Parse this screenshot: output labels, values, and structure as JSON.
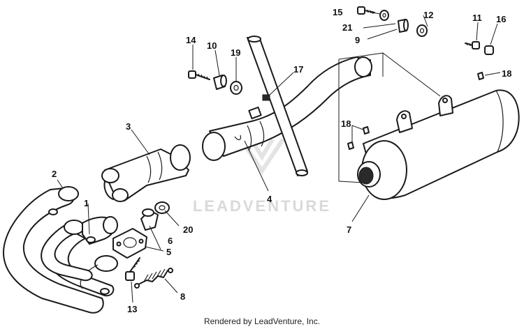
{
  "watermark": {
    "text": "LEADVENTURE"
  },
  "footer": {
    "text": "Rendered by LeadVenture, Inc."
  },
  "callouts": {
    "c1": "1",
    "c2": "2",
    "c3": "3",
    "c4": "4",
    "c5": "5",
    "c6": "6",
    "c7": "7",
    "c8": "8",
    "c9": "9",
    "c10": "10",
    "c11": "11",
    "c12": "12",
    "c13": "13",
    "c14": "14",
    "c15": "15",
    "c16": "16",
    "c17": "17",
    "c18a": "18",
    "c18b": "18",
    "c19": "19",
    "c20": "20",
    "c21": "21"
  },
  "colors": {
    "line": "#1a1a1a",
    "watermark": "#d9d9d9",
    "background": "#ffffff"
  }
}
